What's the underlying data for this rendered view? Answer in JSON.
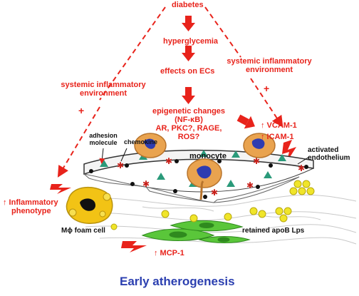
{
  "colors": {
    "arrow": "#e8231b",
    "text_red": "#e8231b",
    "title_blue": "#2b3fb0",
    "cell_fill": "#e9a34f",
    "cell_stroke": "#b8742c",
    "nucleus": "#2e3cb0",
    "foam_cell": "#f2c315",
    "smooth_muscle": "#5ac63a",
    "lipoprotein": "#f0e52a",
    "adhesion": "#2a9a7a"
  },
  "labels": {
    "diabetes": "diabetes",
    "hyperglycemia": "hyperglycemia",
    "effects_on_ecs": "effects on ECs",
    "sys_inflam_right": "systemic inflammatory environment",
    "sys_inflam_left": "systemic inflammatory environment",
    "plus": "+",
    "epigenetic": [
      "epigenetic changes",
      "(NF-κB)",
      "AR, PKC?, RAGE,",
      "ROS?"
    ],
    "vcam": "↑ VCAM-1",
    "icam": "↑ ICAM-1",
    "adhesion_molecule": [
      "adhesion",
      "molecule"
    ],
    "chemokine": "chemokine",
    "monocyte": "monocyte",
    "activated_endothelium": [
      "activated",
      "endothelium"
    ],
    "inflammatory_phenotype": [
      "↑ Inflammatory",
      "phenotype"
    ],
    "foam_cell": "Mϕ foam cell",
    "retained_lps": "retained apoB Lps",
    "mcp1": "↑ MCP-1",
    "title": "Early atherogenesis"
  }
}
